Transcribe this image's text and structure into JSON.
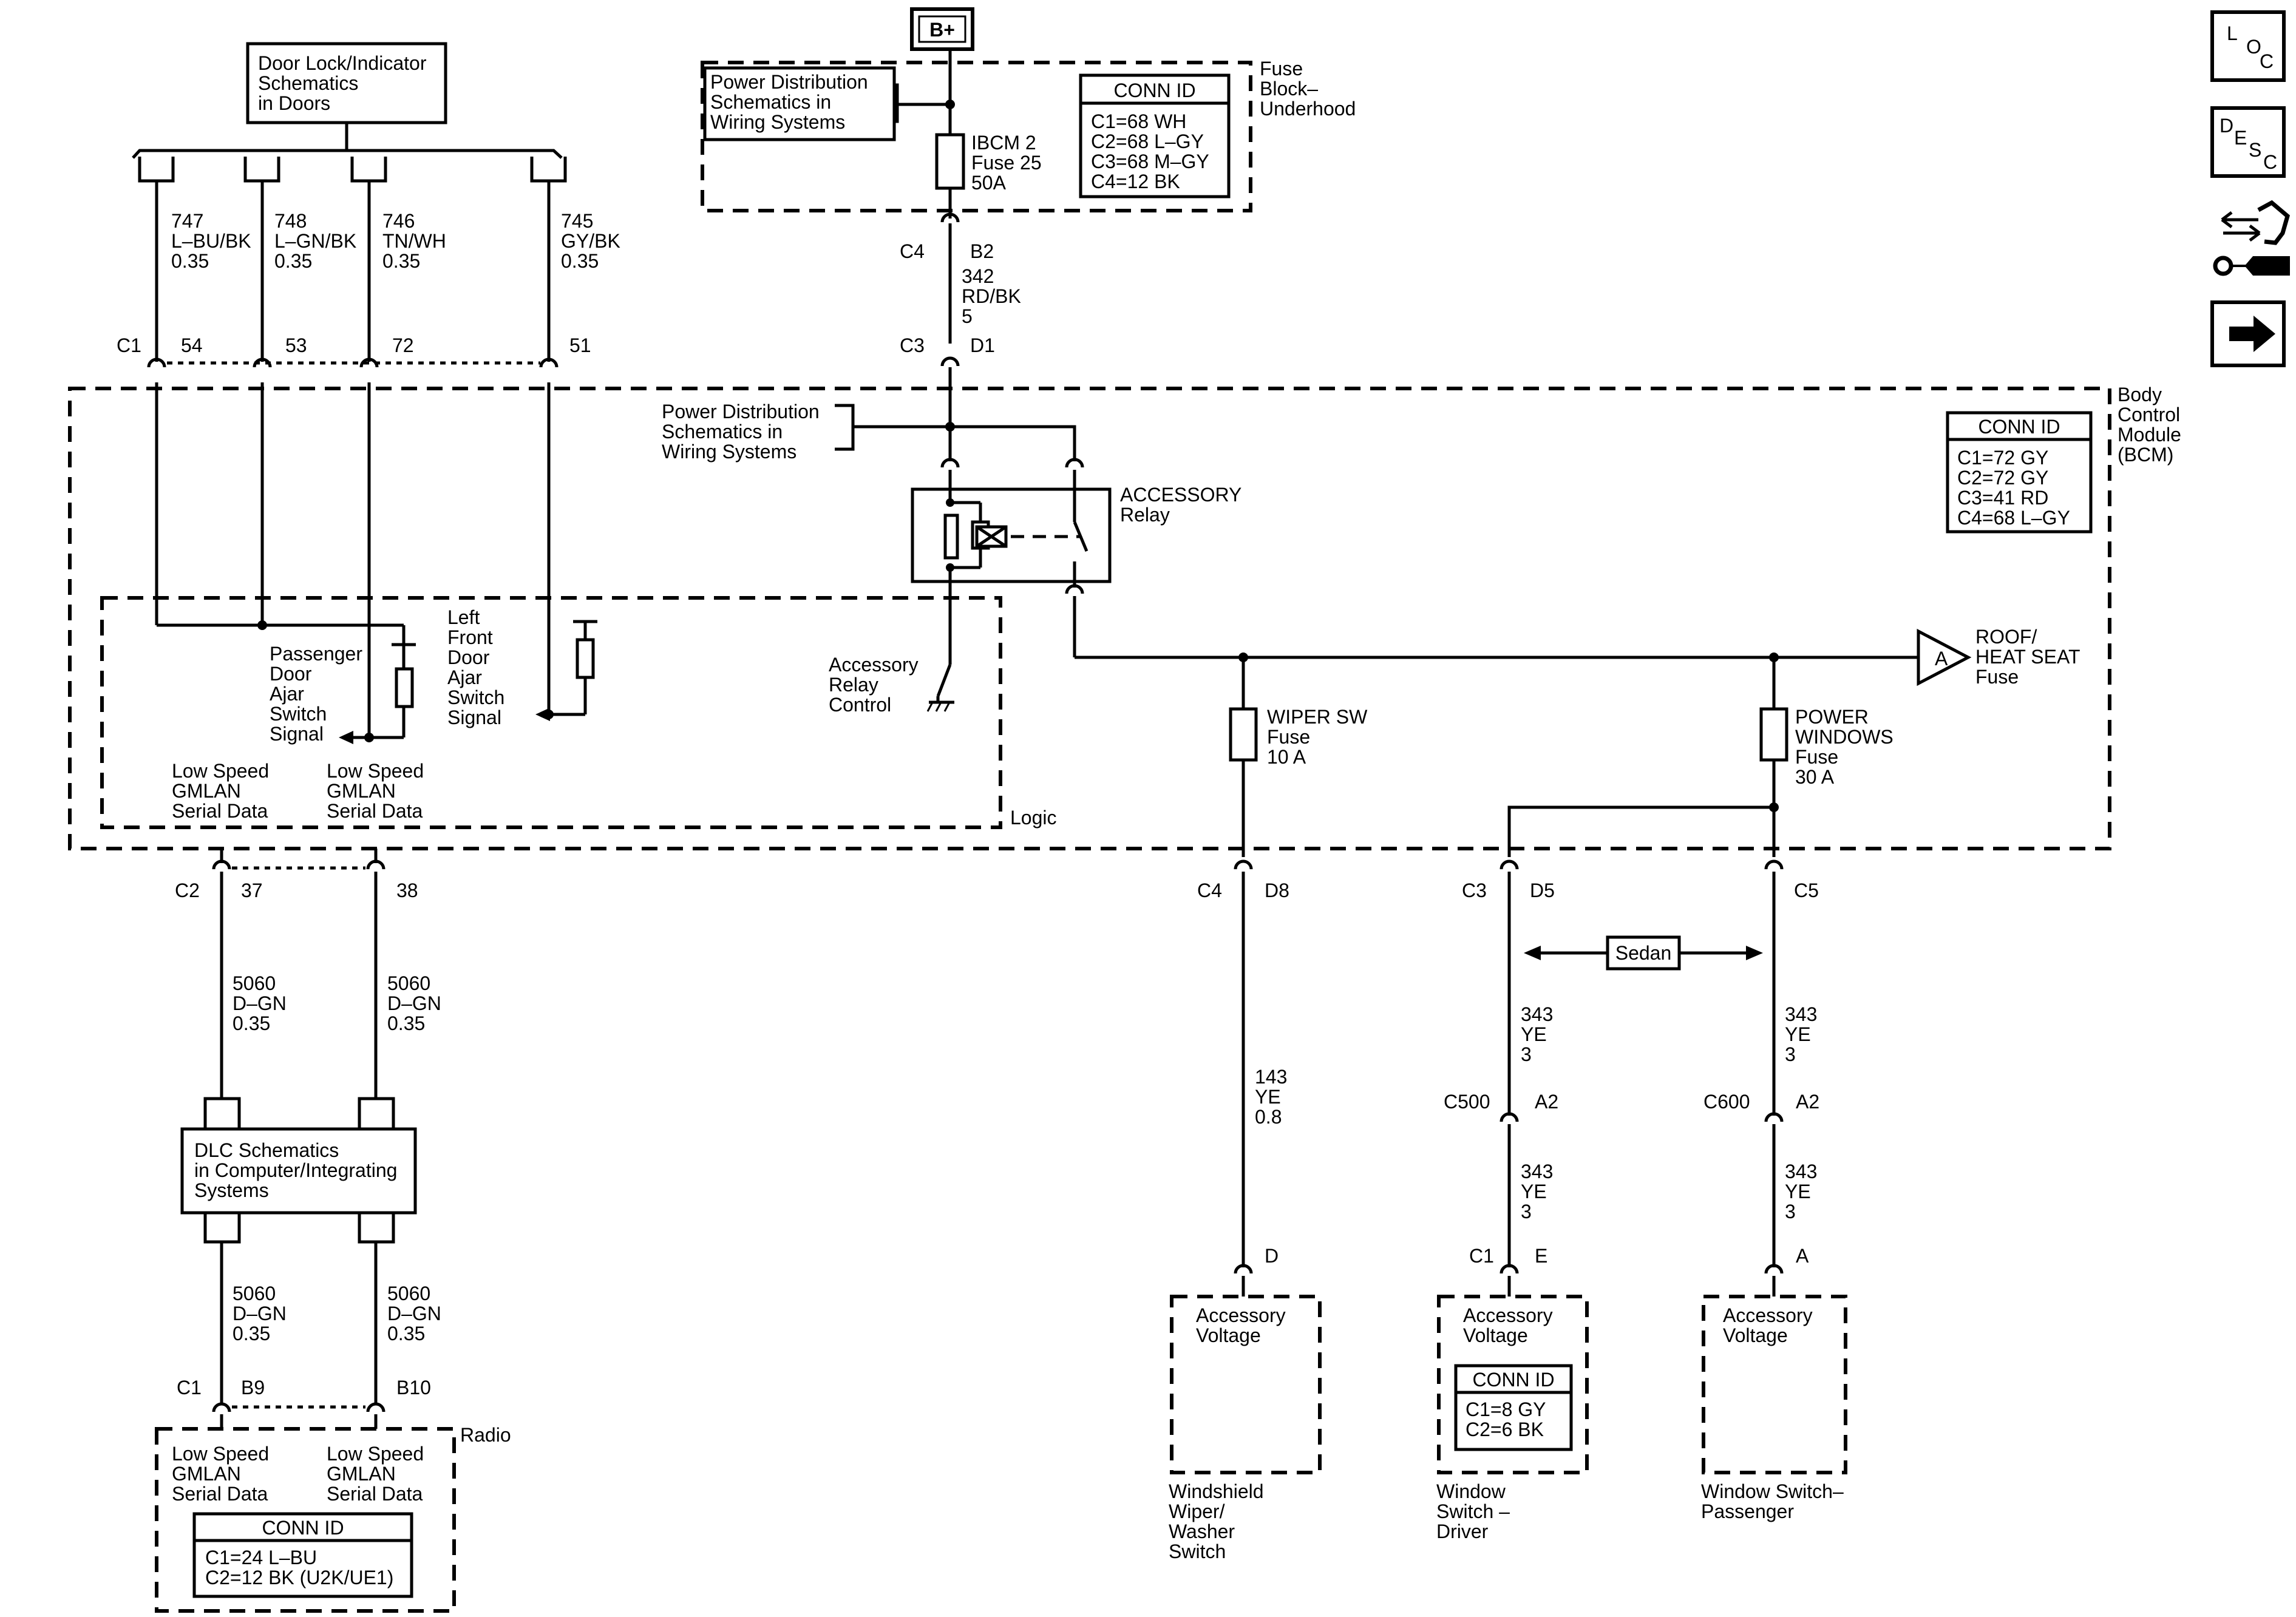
{
  "sources": {
    "battery": "B+",
    "door_lock_ref": [
      "Door Lock/Indicator",
      "Schematics",
      "in Doors"
    ],
    "pd_ref_top": [
      "Power Distribution",
      "Schematics in",
      "Wiring Systems"
    ],
    "pd_ref_bcm": [
      "Power Distribution",
      "Schematics in",
      "Wiring Systems"
    ],
    "dlc_ref": [
      "DLC Schematics",
      "in Computer/Integrating",
      "Systems"
    ]
  },
  "fuse_block": {
    "name": [
      "Fuse",
      "Block–",
      "Underhood"
    ],
    "fuse": [
      "IBCM 2",
      "Fuse 25",
      "50A"
    ],
    "conn_title": "CONN ID",
    "conn": [
      "C1=68 WH",
      "C2=68 L–GY",
      "C3=68 M–GY",
      "C4=12 BK"
    ]
  },
  "bcm": {
    "name": [
      "Body",
      "Control",
      "Module",
      "(BCM)"
    ],
    "conn_title": "CONN ID",
    "conn": [
      "C1=72 GY",
      "C2=72 GY",
      "C3=41 RD",
      "C4=68 L–GY"
    ],
    "logic_label": "Logic",
    "relay_label": [
      "ACCESSORY",
      "Relay"
    ],
    "relay_control": [
      "Accessory",
      "Relay",
      "Control"
    ],
    "passenger_signal": [
      "Passenger",
      "Door",
      "Ajar",
      "Switch",
      "Signal"
    ],
    "lf_signal": [
      "Left",
      "Front",
      "Door",
      "Ajar",
      "Switch",
      "Signal"
    ],
    "gmlan_1": [
      "Low Speed",
      "GMLAN",
      "Serial Data"
    ],
    "gmlan_2": [
      "Low Speed",
      "GMLAN",
      "Serial Data"
    ],
    "wiper_fuse": [
      "WIPER SW",
      "Fuse",
      "10 A"
    ],
    "pw_fuse": [
      "POWER",
      "WINDOWS",
      "Fuse",
      "30 A"
    ],
    "offpage_letter": "A",
    "offpage_label": [
      "ROOF/",
      "HEAT SEAT",
      "Fuse"
    ]
  },
  "door_wires": [
    {
      "circuit": [
        "747",
        "L–BU/BK",
        "0.35"
      ],
      "pin": "54"
    },
    {
      "circuit": [
        "748",
        "L–GN/BK",
        "0.35"
      ],
      "pin": "53"
    },
    {
      "circuit": [
        "746",
        "TN/WH",
        "0.35"
      ],
      "pin": "72"
    },
    {
      "circuit": [
        "745",
        "GY/BK",
        "0.35"
      ],
      "pin": "51"
    }
  ],
  "connectors": {
    "c1_top": "C1",
    "c4_b2": [
      "C4",
      "B2"
    ],
    "c3_d1": [
      "C3",
      "D1"
    ],
    "c2": "C2",
    "c2_pins": [
      "37",
      "38"
    ],
    "c4_d8": [
      "C4",
      "D8"
    ],
    "c3_d5": [
      "C3",
      "D5"
    ],
    "c5": "C5",
    "c500": [
      "C500",
      "A2"
    ],
    "c600": [
      "C600",
      "A2"
    ],
    "c1_e": [
      "C1",
      "E"
    ],
    "pin_d": "D",
    "pin_a": "A",
    "radio_c1": [
      "C1",
      "B9",
      "B10"
    ]
  },
  "wires": {
    "feed": [
      "342",
      "RD/BK",
      "5"
    ],
    "gmlan_upper_1": [
      "5060",
      "D–GN",
      "0.35"
    ],
    "gmlan_upper_2": [
      "5060",
      "D–GN",
      "0.35"
    ],
    "gmlan_lower_1": [
      "5060",
      "D–GN",
      "0.35"
    ],
    "gmlan_lower_2": [
      "5060",
      "D–GN",
      "0.35"
    ],
    "wiper": [
      "143",
      "YE",
      "0.8"
    ],
    "pw_driver_1": [
      "343",
      "YE",
      "3"
    ],
    "pw_driver_2": [
      "343",
      "YE",
      "3"
    ],
    "pw_pass_1": [
      "343",
      "YE",
      "3"
    ],
    "pw_pass_2": [
      "343",
      "YE",
      "3"
    ],
    "sedan": "Sedan"
  },
  "radio": {
    "name": "Radio",
    "gmlan_1": [
      "Low Speed",
      "GMLAN",
      "Serial Data"
    ],
    "gmlan_2": [
      "Low Speed",
      "GMLAN",
      "Serial Data"
    ],
    "conn_title": "CONN ID",
    "conn": [
      "C1=24 L–BU",
      "C2=12 BK (U2K/UE1)"
    ]
  },
  "loads": {
    "wiper_switch": {
      "inner": [
        "Accessory",
        "Voltage"
      ],
      "name": [
        "Windshield",
        "Wiper/",
        "Washer",
        "Switch"
      ]
    },
    "driver_switch": {
      "inner": [
        "Accessory",
        "Voltage"
      ],
      "conn_title": "CONN ID",
      "conn": [
        "C1=8 GY",
        "C2=6 BK"
      ],
      "name": [
        "Window",
        "Switch –",
        "Driver"
      ]
    },
    "passenger_switch": {
      "inner": [
        "Accessory",
        "Voltage"
      ],
      "name": [
        "Window Switch–",
        "Passenger"
      ]
    }
  },
  "nav": {
    "loc": [
      "L",
      "O",
      "C"
    ],
    "desc": [
      "D",
      "E",
      "S",
      "C"
    ],
    "icons": [
      "connector-tool-icon",
      "next-arrow-icon"
    ]
  }
}
